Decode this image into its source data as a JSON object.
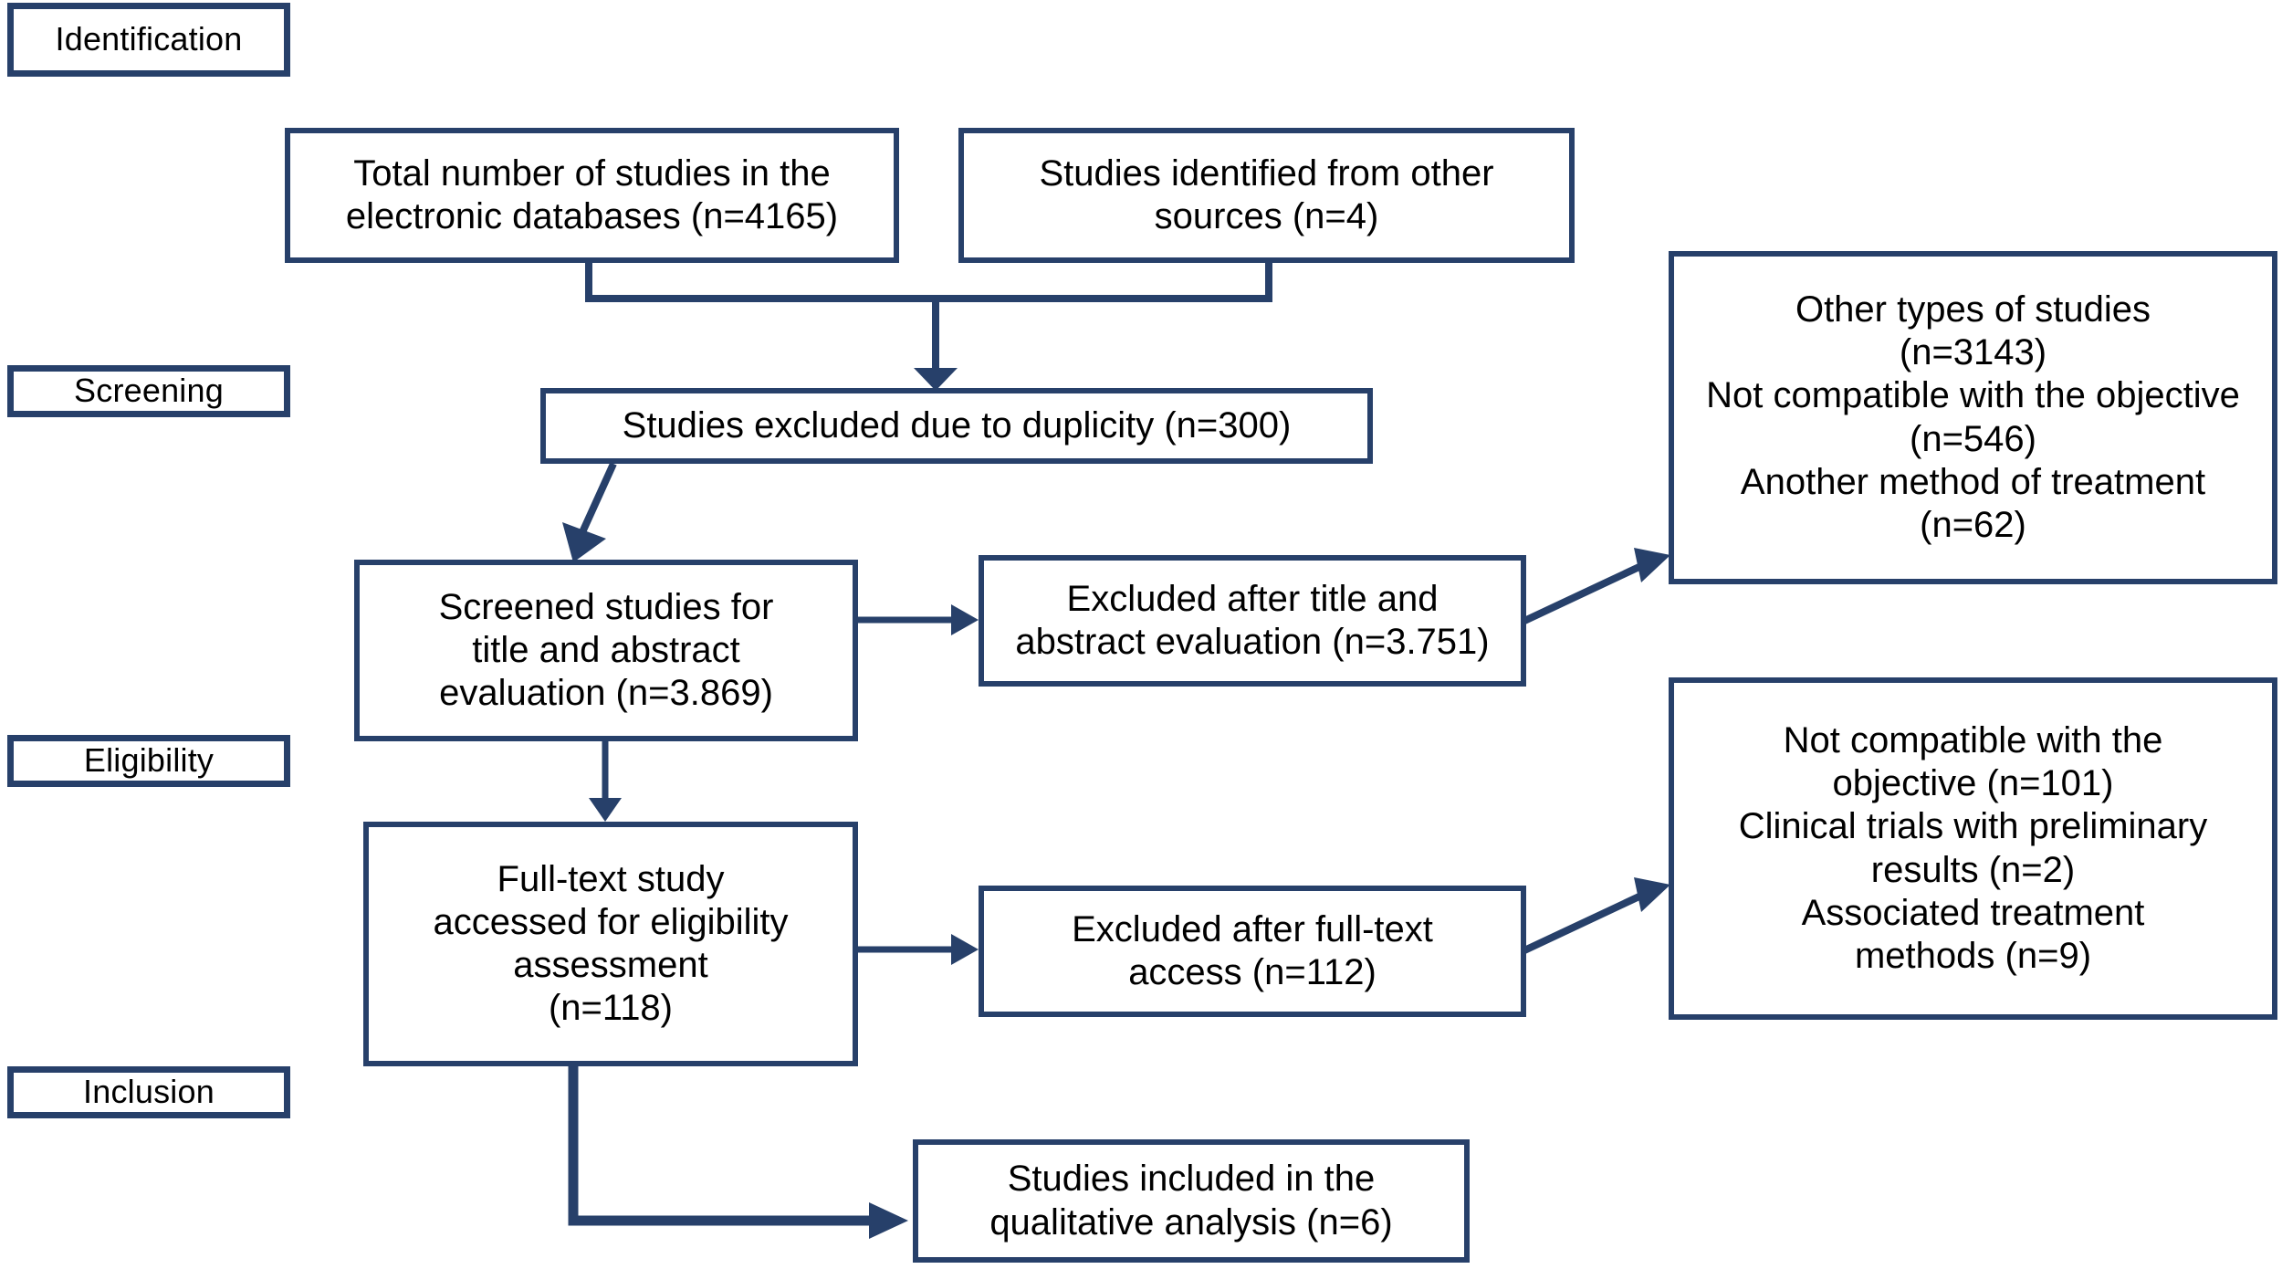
{
  "diagram": {
    "title": "PRISMA study selection flow diagram",
    "accent_color": "#27406a",
    "background_color": "#ffffff",
    "text_color": "#000000"
  },
  "stages": [
    {
      "id": "identification",
      "label": "Identification"
    },
    {
      "id": "screening",
      "label": "Screening"
    },
    {
      "id": "eligibility",
      "label": "Eligibility"
    },
    {
      "id": "inclusion",
      "label": "Inclusion"
    }
  ],
  "nodes": {
    "databases": {
      "label": "Total number of studies in the\nelectronic databases (n=4165)",
      "count": 4165
    },
    "other_sources": {
      "label": "Studies identified from other\nsources (n=4)",
      "count": 4
    },
    "duplicates_excluded": {
      "label": "Studies excluded due to duplicity (n=300)",
      "count": 300
    },
    "screened": {
      "label": "Screened studies for\ntitle and abstract\nevaluation (n=3.869)",
      "count": "3.869"
    },
    "excluded_title_abstract": {
      "label": "Excluded after title and\nabstract evaluation (n=3.751)",
      "count": "3.751"
    },
    "excluded_title_abstract_reasons": {
      "label": "Other types of studies\n(n=3143)\nNot compatible with the objective\n(n=546)\nAnother method of treatment\n(n=62)",
      "reasons": [
        {
          "reason": "Other types of studies",
          "count": 3143
        },
        {
          "reason": "Not compatible with the objective",
          "count": 546
        },
        {
          "reason": "Another method of treatment",
          "count": 62
        }
      ]
    },
    "fulltext": {
      "label": "Full-text study\naccessed for eligibility\nassessment\n(n=118)",
      "count": 118
    },
    "excluded_fulltext": {
      "label": "Excluded after full-text\naccess (n=112)",
      "count": 112
    },
    "excluded_fulltext_reasons": {
      "label": "Not compatible with the\nobjective (n=101)\nClinical trials with preliminary\nresults (n=2)\nAssociated treatment\nmethods (n=9)",
      "reasons": [
        {
          "reason": "Not compatible with the objective",
          "count": 101
        },
        {
          "reason": "Clinical trials with preliminary results",
          "count": 2
        },
        {
          "reason": "Associated treatment methods",
          "count": 9
        }
      ]
    },
    "included": {
      "label": "Studies included in the\nqualitative analysis (n=6)",
      "count": 6
    }
  }
}
